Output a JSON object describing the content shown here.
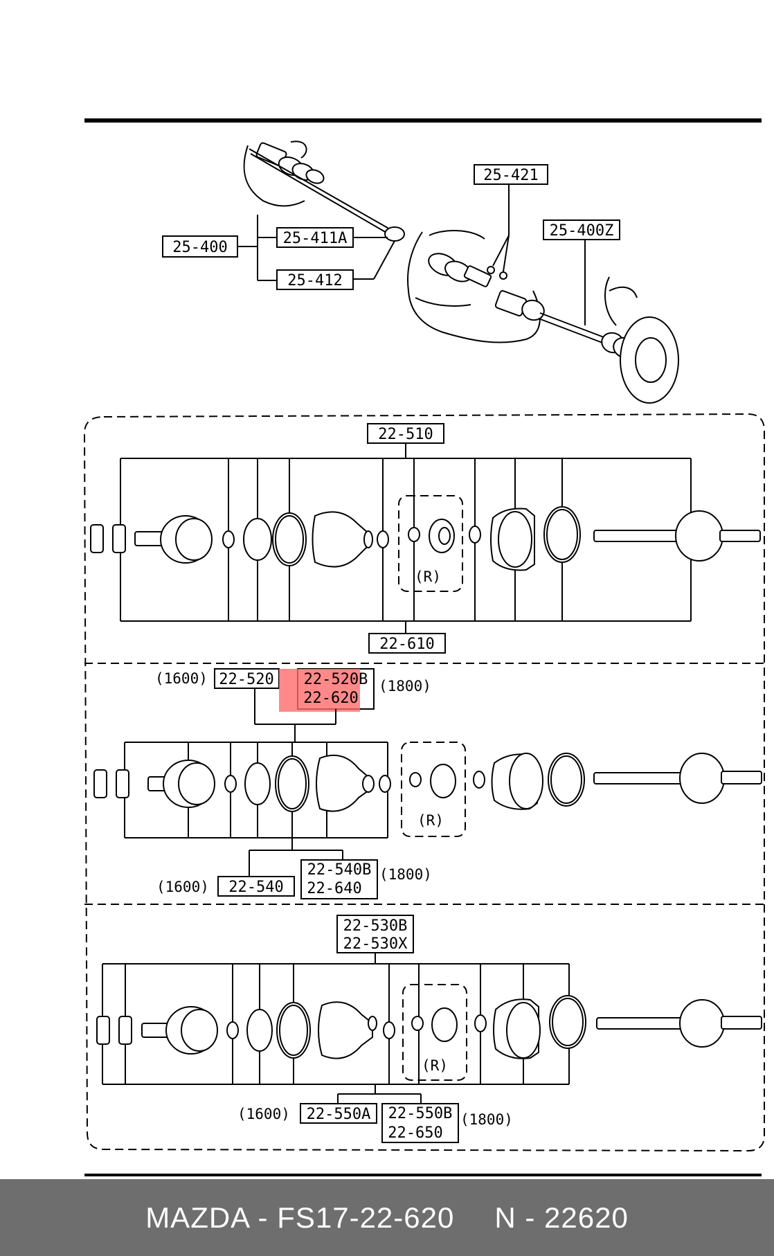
{
  "labels": {
    "l25_421": "25-421",
    "l25_400z": "25-400Z",
    "l25_400": "25-400",
    "l25_411a": "25-411A",
    "l25_412": "25-412",
    "l22_510": "22-510",
    "l22_610": "22-610",
    "l22_520": "22-520",
    "l22_520b": "22-520B",
    "l22_620": "22-620",
    "l22_540": "22-540",
    "l22_540b": "22-540B",
    "l22_640": "22-640",
    "l22_530b": "22-530B",
    "l22_530x": "22-530X",
    "l22_550a": "22-550A",
    "l22_550b": "22-550B",
    "l22_650": "22-650"
  },
  "annotations": {
    "p1600": "(1600)",
    "p1800": "(1800)",
    "r": "(R)"
  },
  "highlight_color": "#ff6b6b",
  "footer": {
    "part_number": "MAZDA - FS17-22-620",
    "ref_number": "N - 22620"
  }
}
